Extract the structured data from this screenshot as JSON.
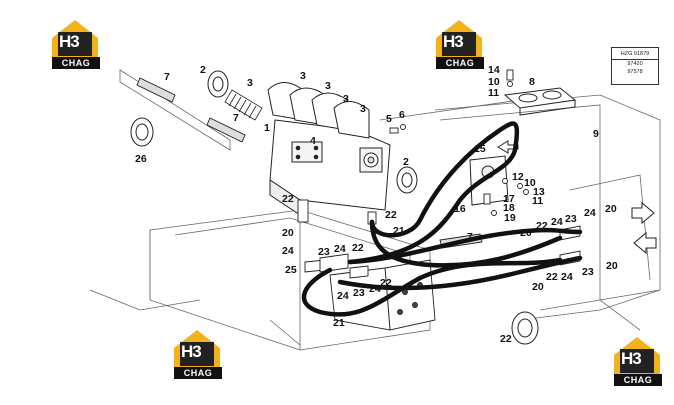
{
  "reference_box": {
    "line1": "HZG 91879",
    "line2": "97420",
    "line3": "97578"
  },
  "logo": {
    "brand_mark": "H3",
    "brand_tag": "CHAG"
  },
  "callouts": {
    "c1": "1",
    "c2a": "2",
    "c2b": "2",
    "c3a": "3",
    "c3b": "3",
    "c3c": "3",
    "c3d": "3",
    "c4": "4",
    "c5": "5",
    "c6": "6",
    "c7a": "7",
    "c7b": "7",
    "c7c": "7",
    "c8": "8",
    "c9": "9",
    "c10a": "10",
    "c10b": "10",
    "c11a": "11",
    "c11b": "11",
    "c12": "12",
    "c13": "13",
    "c14": "14",
    "c15": "15",
    "c16": "16",
    "c17": "17",
    "c18": "18",
    "c19": "19",
    "c20a": "20",
    "c20b": "20",
    "c20c": "20",
    "c20d": "20",
    "c20e": "20",
    "c21a": "21",
    "c21b": "21",
    "c22a": "22",
    "c22b": "22",
    "c22c": "22",
    "c22d": "22",
    "c22e": "22",
    "c22f": "22",
    "c23a": "23",
    "c23b": "23",
    "c23c": "23",
    "c23d": "23",
    "c24a": "24",
    "c24b": "24",
    "c24c": "24",
    "c24d": "24",
    "c24e": "24",
    "c24f": "24",
    "c24g": "24",
    "c25": "25",
    "c26": "26"
  }
}
